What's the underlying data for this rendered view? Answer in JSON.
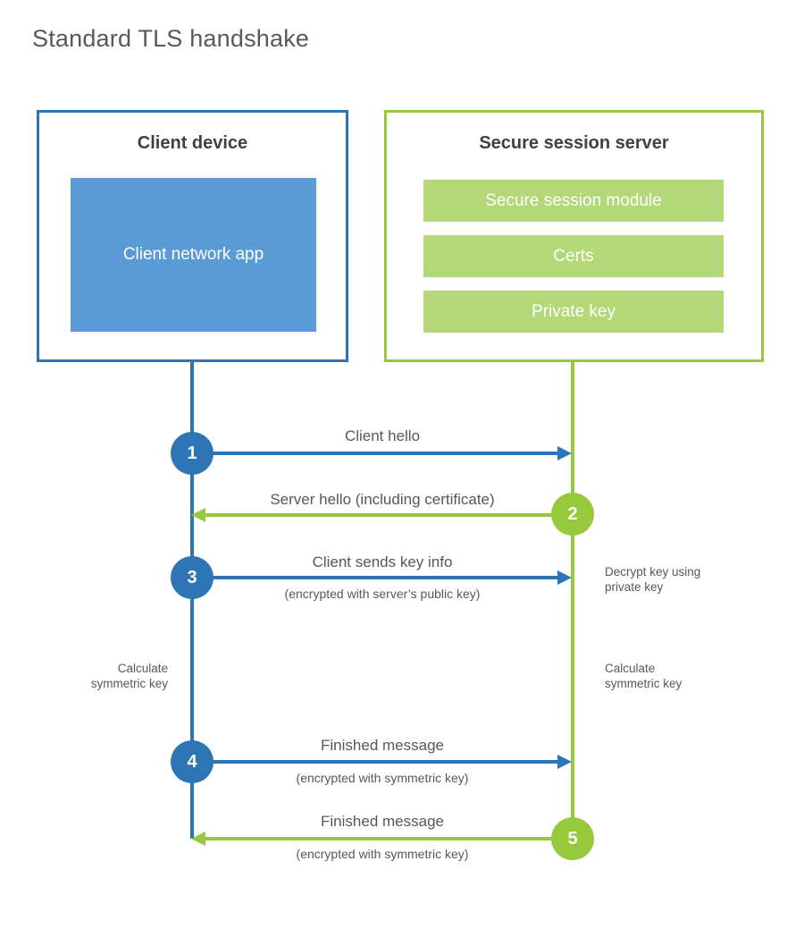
{
  "title": "Standard TLS handshake",
  "colors": {
    "blue_line": "#2e75b6",
    "blue_fill": "#5b9bd5",
    "green_line": "#97c93d",
    "green_fill": "#b3d877",
    "text_gray": "#55585a",
    "heading_gray": "#414042"
  },
  "client": {
    "title": "Client device",
    "app_label": "Client network app"
  },
  "server": {
    "title": "Secure session server",
    "modules": [
      "Secure session module",
      "Certs",
      "Private key"
    ]
  },
  "steps": [
    {
      "num": "1",
      "label": "Client hello",
      "direction": "client-to-server"
    },
    {
      "num": "2",
      "label": "Server hello (including certificate)",
      "direction": "server-to-client"
    },
    {
      "num": "3",
      "label": "Client sends key info",
      "sub": "(encrypted with server’s public key)",
      "direction": "client-to-server"
    },
    {
      "num": "4",
      "label": "Finished message",
      "sub": "(encrypted with symmetric key)",
      "direction": "client-to-server"
    },
    {
      "num": "5",
      "label": "Finished message",
      "sub": "(encrypted with symmetric key)",
      "direction": "server-to-client"
    }
  ],
  "notes": {
    "decrypt": "Decrypt key using\nprivate key",
    "calc_left": "Calculate\nsymmetric key",
    "calc_right": "Calculate\nsymmetric key"
  }
}
